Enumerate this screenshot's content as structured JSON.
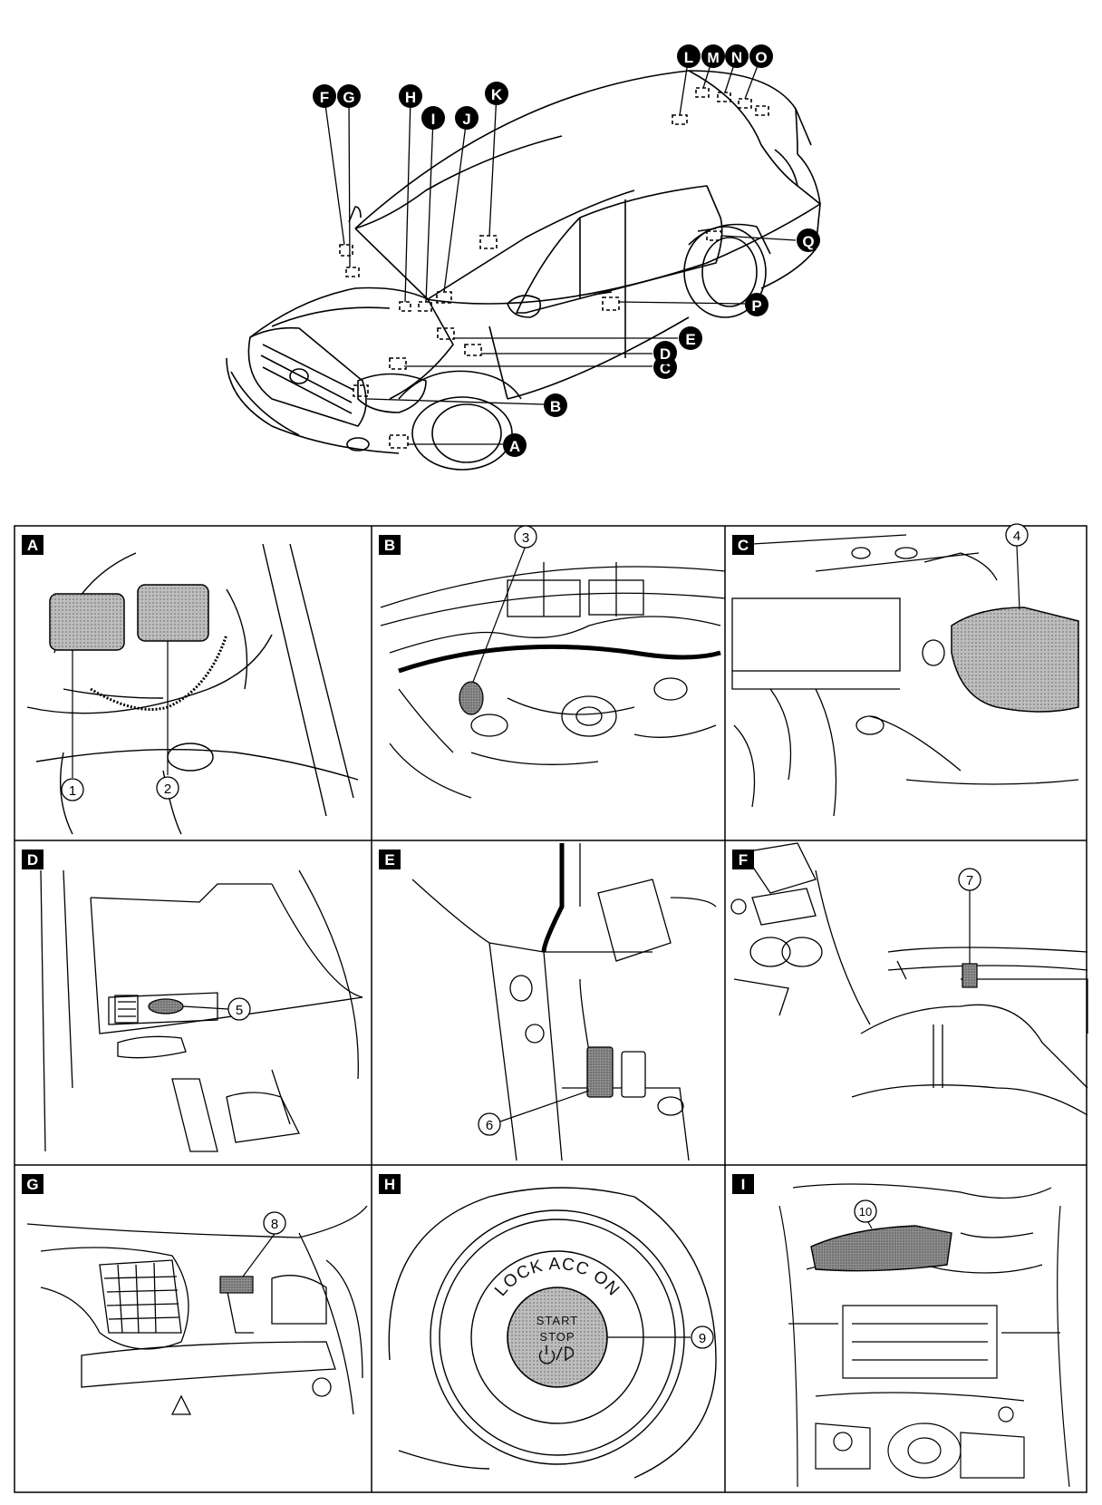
{
  "overview": {
    "callouts": [
      "A",
      "B",
      "C",
      "D",
      "E",
      "F",
      "G",
      "H",
      "I",
      "J",
      "K",
      "L",
      "M",
      "N",
      "O",
      "P",
      "Q"
    ]
  },
  "panels": [
    {
      "letter": "A",
      "parts": [
        "1",
        "2"
      ]
    },
    {
      "letter": "B",
      "parts": [
        "3"
      ]
    },
    {
      "letter": "C",
      "parts": [
        "4"
      ]
    },
    {
      "letter": "D",
      "parts": [
        "5"
      ]
    },
    {
      "letter": "E",
      "parts": [
        "6"
      ]
    },
    {
      "letter": "F",
      "parts": [
        "7"
      ]
    },
    {
      "letter": "G",
      "parts": [
        "8"
      ]
    },
    {
      "letter": "H",
      "parts": [
        "9"
      ]
    },
    {
      "letter": "I",
      "parts": [
        "10"
      ]
    }
  ],
  "ignition_switch": {
    "positions": "LOCK ACC ON",
    "line1": "START",
    "line2": "STOP"
  }
}
